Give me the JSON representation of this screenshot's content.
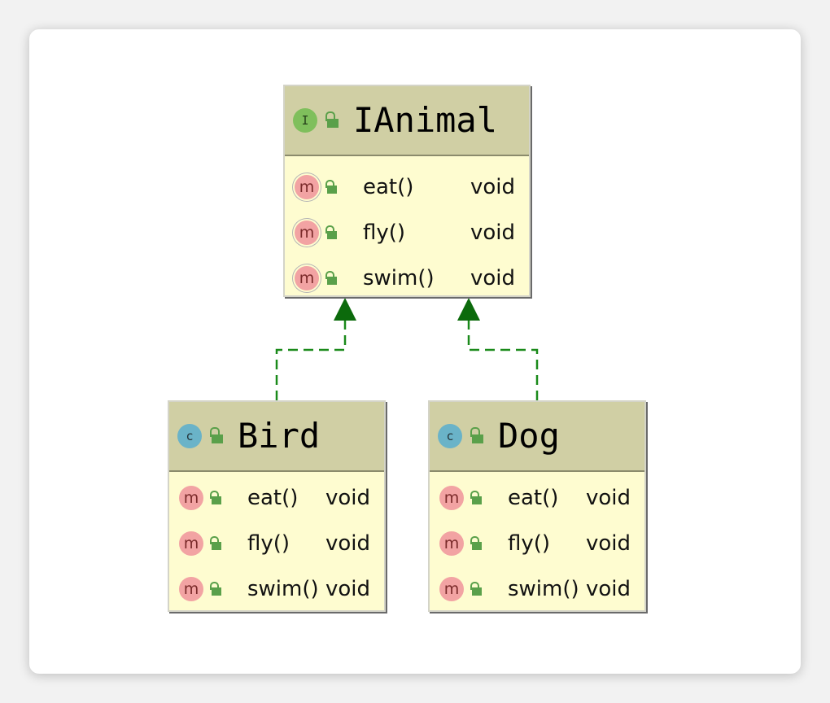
{
  "interface": {
    "kind_letter": "I",
    "name": "IAnimal",
    "methods": [
      {
        "name": "eat()",
        "type": "void"
      },
      {
        "name": "fly()",
        "type": "void"
      },
      {
        "name": "swim()",
        "type": "void"
      }
    ]
  },
  "classes": [
    {
      "kind_letter": "c",
      "name": "Bird",
      "methods": [
        {
          "name": "eat()",
          "type": "void"
        },
        {
          "name": "fly()",
          "type": "void"
        },
        {
          "name": "swim()",
          "type": "void"
        }
      ]
    },
    {
      "kind_letter": "c",
      "name": "Dog",
      "methods": [
        {
          "name": "eat()",
          "type": "void"
        },
        {
          "name": "fly()",
          "type": "void"
        },
        {
          "name": "swim()",
          "type": "void"
        }
      ]
    }
  ],
  "method_badge_letter": "m",
  "colors": {
    "header": "#d0cfa4",
    "body": "#fefcd0",
    "realization_edge": "#1a8a1a",
    "arrowhead": "#0c6a0c",
    "interface_badge": "#7fbf5c",
    "class_badge": "#6ab3c8",
    "method_badge": "#f2a3a3"
  }
}
